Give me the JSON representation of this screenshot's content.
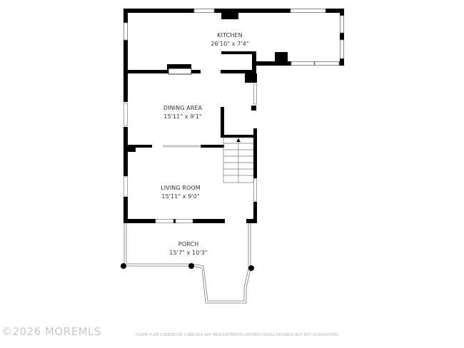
{
  "rooms": [
    {
      "name": "KITCHEN",
      "dims": "26'10\" x 7'4\""
    },
    {
      "name": "DINING AREA",
      "dims": "15'11\" x 9'1\""
    },
    {
      "name": "LIVING ROOM",
      "dims": "15'11\" x 9'0\""
    },
    {
      "name": "PORCH",
      "dims": "15'7\" x 10'3\""
    }
  ],
  "footer": {
    "watermark": "©2026 MOREMLS",
    "disclaimer": "FLOOR PLAN CREATED BY CUBICASA APP. MEASUREMENTS DEEMED HIGHLY RELIABLE BUT NOT GUARANTEED."
  },
  "colors": {
    "wall": "#000000",
    "window": "#ffffff",
    "window_stroke": "#8c8c8c",
    "label": "#333333"
  }
}
